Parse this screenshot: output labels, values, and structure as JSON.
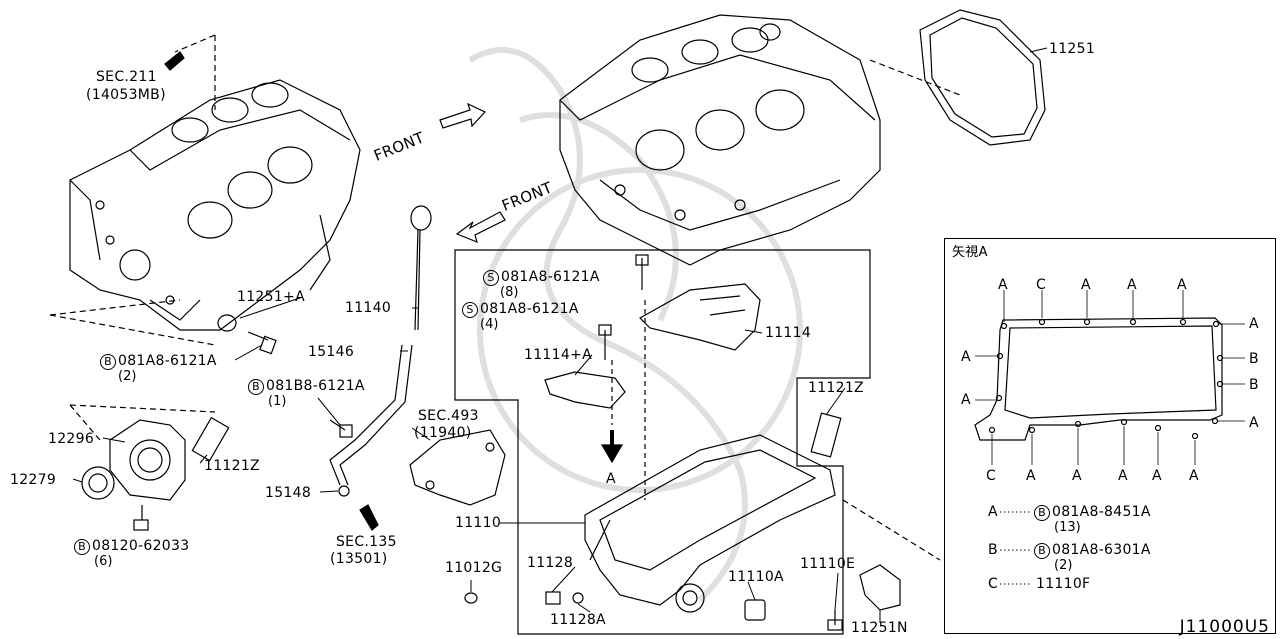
{
  "diagram_code": "J11000U5",
  "front_labels": [
    "FRONT",
    "FRONT"
  ],
  "arrow_label": "A",
  "labels": {
    "sec211": "SEC.211",
    "sec211_sub": "(14053MB)",
    "p11251": "11251",
    "p11251a": "11251+A",
    "bolt_b_81a8": "081A8-6121A",
    "bolt_b_81a8_qty": "(2)",
    "bolt_b_81b8": "081B8-6121A",
    "bolt_b_81b8_qty": "(1)",
    "p12296": "12296",
    "p11121z_left": "11121Z",
    "p12279": "12279",
    "bolt_b_8120": "08120-62033",
    "bolt_b_8120_qty": "(6)",
    "p11140": "11140",
    "p15146": "15146",
    "p15148": "15148",
    "sec135": "SEC.135",
    "sec135_sub": "(13501)",
    "bolt_s_1": "081A8-6121A",
    "bolt_s_1_qty": "(8)",
    "bolt_s_2": "081A8-6121A",
    "bolt_s_2_qty": "(4)",
    "p11114": "11114",
    "p11114a": "11114+A",
    "p11121z_right": "11121Z",
    "sec493": "SEC.493",
    "sec493_sub": "(11940)",
    "p11110": "11110",
    "p11012g": "11012G",
    "p11128": "11128",
    "p11128a": "11128A",
    "p11110a": "11110A",
    "p11110e": "11110E",
    "p11251n": "11251N"
  },
  "circle_letters": {
    "b": "B",
    "s": "S"
  },
  "inset": {
    "title": "矢視A",
    "top_letters": [
      "A",
      "C",
      "A",
      "A",
      "A"
    ],
    "left_letters": [
      "A",
      "A"
    ],
    "right_letters": [
      "A",
      "B",
      "B",
      "A"
    ],
    "bottom_letters": [
      "C",
      "A",
      "A",
      "A",
      "A",
      "A"
    ],
    "legend": [
      {
        "key": "A",
        "part": "081A8-8451A",
        "qty": "(13)",
        "circle": "B"
      },
      {
        "key": "B",
        "part": "081A8-6301A",
        "qty": "(2)",
        "circle": "B"
      },
      {
        "key": "C",
        "part": "11110F",
        "qty": "",
        "circle": ""
      }
    ]
  }
}
